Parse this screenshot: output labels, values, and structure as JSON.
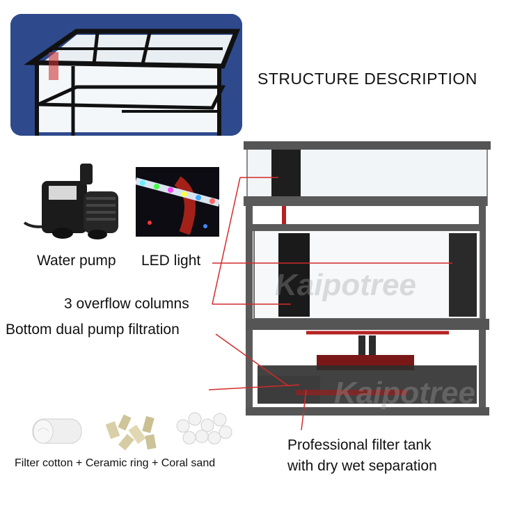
{
  "heading": "STRUCTURE DESCRIPTION",
  "labels": {
    "water_pump": "Water pump",
    "led_light": "LED light",
    "overflow": "3 overflow columns",
    "bottom_pump": "Bottom dual pump filtration",
    "filter_tank_line1": "Professional filter tank",
    "filter_tank_line2": "with dry wet separation",
    "media": "Filter cotton + Ceramic ring + Coral sand"
  },
  "watermark": "Kaipotree",
  "colors": {
    "thumb_bg": "#2f4a8c",
    "frame": "#4a4a4a",
    "callout_line": "#d22a2a",
    "pipe": "#b52222"
  }
}
